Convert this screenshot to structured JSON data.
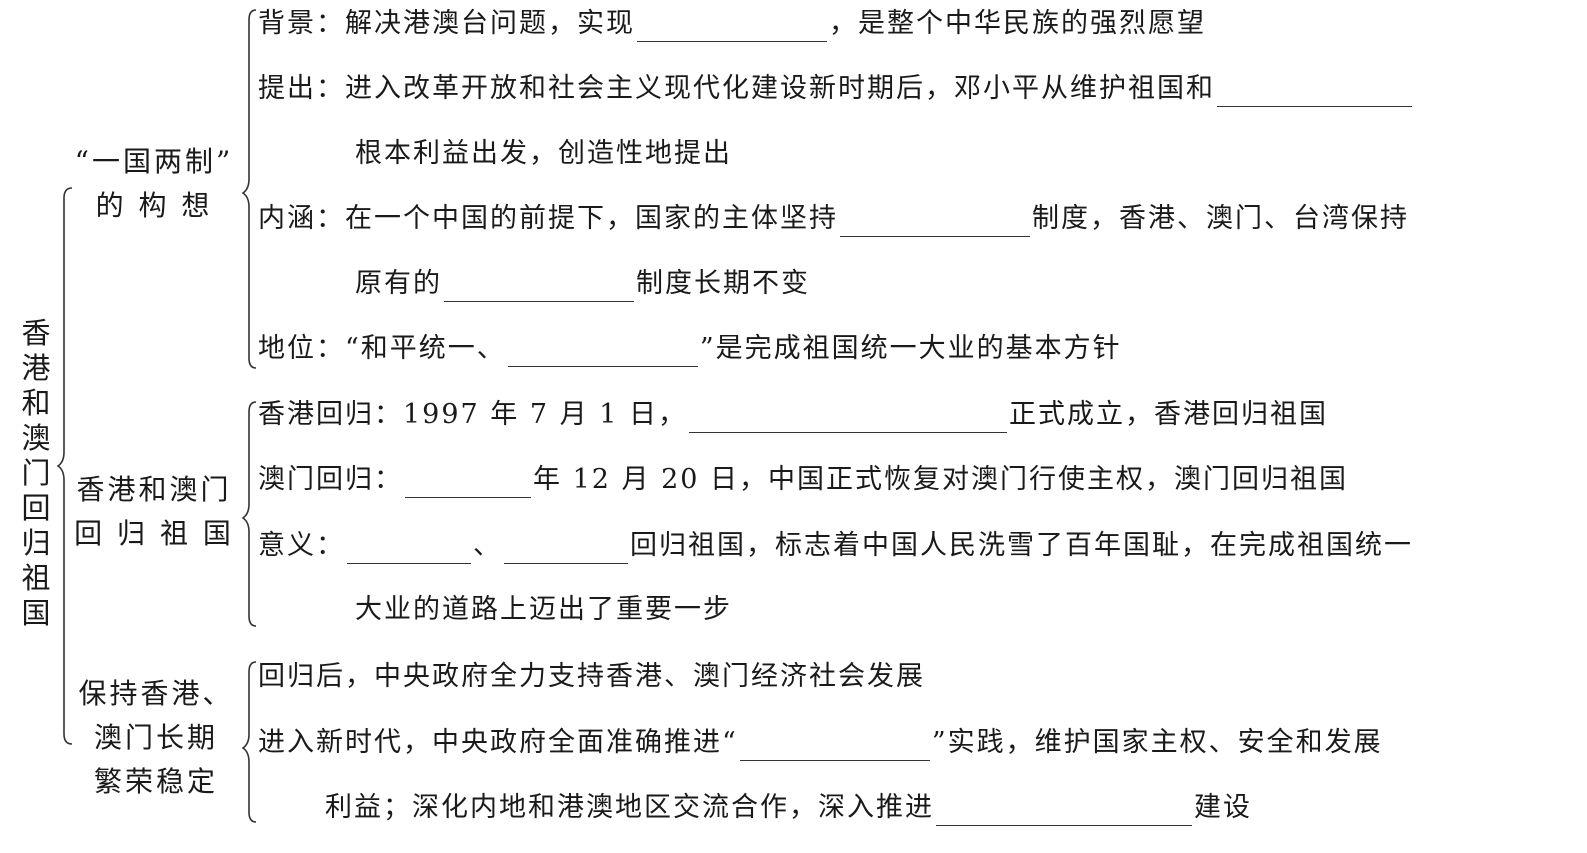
{
  "root": {
    "title": "香港和澳门回归祖国"
  },
  "sections": [
    {
      "heading_line1": "“一国两制”",
      "heading_line2": "的 构 想",
      "items": [
        {
          "label": "背景：",
          "text_before": "解决港澳台问题，实现",
          "text_after": "，是整个中华民族的强烈愿望"
        },
        {
          "label": "提出：",
          "text_before": "进入改革开放和社会主义现代化建设新时期后，邓小平从维护祖国和",
          "continuation": "根本利益出发，创造性地提出"
        },
        {
          "label": "内涵：",
          "text_before": "在一个中国的前提下，国家的主体坚持",
          "text_after": "制度，香港、澳门、台湾保持",
          "continuation_before": "原有的",
          "continuation_after": "制度长期不变"
        },
        {
          "label": "地位：",
          "text_before": "“和平统一、",
          "text_after": "”是完成祖国统一大业的基本方针"
        }
      ]
    },
    {
      "heading_line1": "香港和澳门",
      "heading_line2": "回 归 祖 国",
      "items": [
        {
          "label": "香港回归：",
          "text_before": "1997 年 7 月 1 日，",
          "text_after": "正式成立，香港回归祖国"
        },
        {
          "label": "澳门回归：",
          "text_after": "年 12 月 20 日，中国正式恢复对澳门行使主权，澳门回归祖国"
        },
        {
          "label": "意义：",
          "separator": "、",
          "text_after": "回归祖国，标志着中国人民洗雪了百年国耻，在完成祖国统一",
          "continuation": "大业的道路上迈出了重要一步"
        }
      ]
    },
    {
      "heading_line1": "保持香港、",
      "heading_line2": "澳门长期",
      "heading_line3": "繁荣稳定",
      "items": [
        {
          "text": "回归后，中央政府全力支持香港、澳门经济社会发展"
        },
        {
          "text_before": "进入新时代，中央政府全面准确推进“",
          "text_after": "”实践，维护国家主权、安全和发展",
          "continuation_before": "利益；深化内地和港澳地区交流合作，深入推进",
          "continuation_after": "建设"
        }
      ]
    }
  ]
}
